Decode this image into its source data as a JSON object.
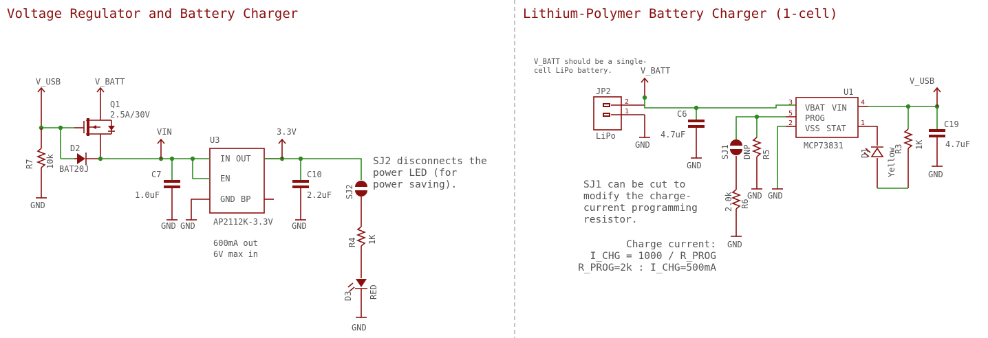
{
  "left_title": "Voltage Regulator and Battery Charger",
  "right_title": "Lithium-Polymer Battery Charger (1-cell)",
  "left": {
    "vusb": "V_USB",
    "vbatt": "V_BATT",
    "q1": "Q1",
    "q1_val": "2.5A/30V",
    "r7": "R7",
    "r7_val": "10k",
    "d2": "D2",
    "d2_val": "BAT20J",
    "gnd": "GND",
    "vin": "VIN",
    "c7": "C7",
    "c7_val": "1.0uF",
    "u3": "U3",
    "u3_in": "IN",
    "u3_out": "OUT",
    "u3_en": "EN",
    "u3_gnd": "GND",
    "u3_bp": "BP",
    "u3_val": "AP2112K-3.3V",
    "v33": "3.3V",
    "c10": "C10",
    "c10_val": "2.2uF",
    "sj2": "SJ2",
    "sj2_note1": "SJ2 disconnects the",
    "sj2_note2": "power LED (for",
    "sj2_note3": "power saving).",
    "r4": "R4",
    "r4_val": "1K",
    "d3": "D3",
    "d3_val": "RED",
    "note1": "600mA out",
    "note2": "6V max in"
  },
  "right": {
    "batt_note1": "V_BATT should be a single-",
    "batt_note2": "cell LiPo battery.",
    "vbatt": "V_BATT",
    "jp2": "JP2",
    "jp2_val": "LiPo",
    "pin1": "1",
    "pin2": "2",
    "pin3": "3",
    "pin4": "4",
    "pin5": "5",
    "gnd": "GND",
    "c6": "C6",
    "c6_val": "4.7uF",
    "u1": "U1",
    "u1_vbat": "VBAT",
    "u1_vin": "VIN",
    "u1_prog": "PROG",
    "u1_vss": "VSS",
    "u1_stat": "STAT",
    "u1_val": "MCP73831",
    "vusb": "V_USB",
    "c19": "C19",
    "c19_val": "4.7uF",
    "r3": "R3",
    "r3_val": "1K",
    "d1": "D1",
    "d1_val": "Yellow",
    "sj1": "SJ1",
    "dnp": "DNP",
    "r5": "R5",
    "r6_val": "2.0k",
    "r6": "R6",
    "sj1_note1": "SJ1 can be cut to",
    "sj1_note2": "modify the charge-",
    "sj1_note3": "current programming",
    "sj1_note4": "resistor.",
    "chg1": "Charge current:",
    "chg2": "I_CHG = 1000 / R_PROG",
    "chg3": "R_PROG=2k : I_CHG=500mA"
  }
}
